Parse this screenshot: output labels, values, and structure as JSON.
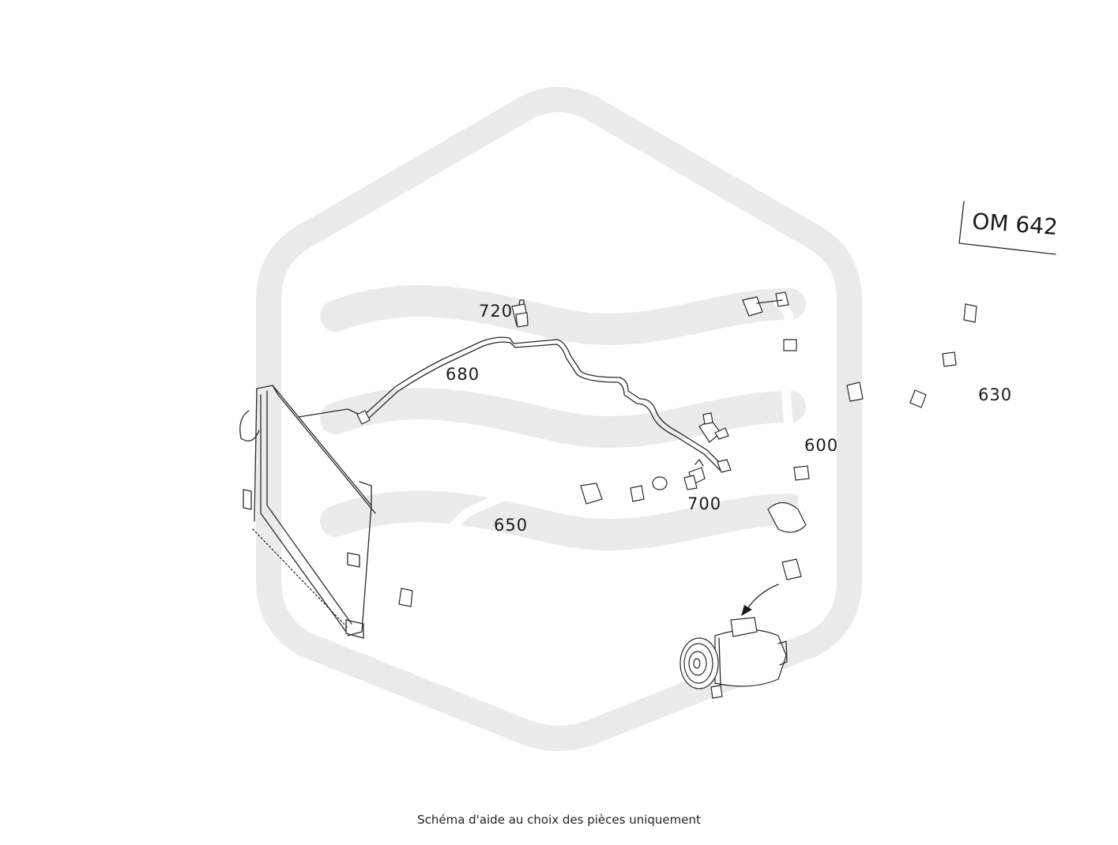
{
  "engine_label": "OM 642",
  "caption": "Schéma d'aide au choix des pièces uniquement",
  "part_labels": {
    "p720": "720",
    "p680": "680",
    "p650": "650",
    "p700": "700",
    "p600": "600",
    "p630": "630"
  },
  "colors": {
    "watermark": "#ebebeb",
    "line": "#2a2a2a"
  }
}
